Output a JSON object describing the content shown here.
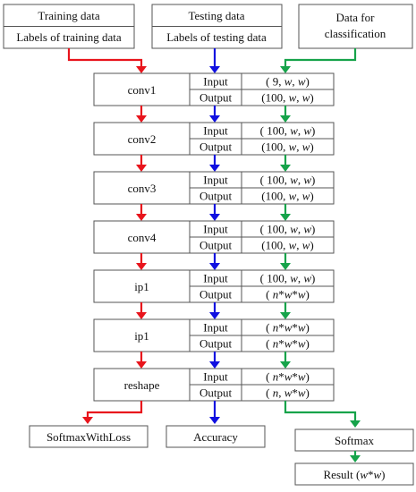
{
  "inputs": {
    "training_data": "Training data",
    "training_labels": "Labels of training data",
    "testing_data": "Testing data",
    "testing_labels": "Labels of testing data",
    "classify_line1": "Data for",
    "classify_line2": "classification"
  },
  "layers": [
    {
      "name": "conv1",
      "input_label": "Input",
      "input_shape": "( 9, w, w)",
      "output_label": "Output",
      "output_shape": "(100, w, w)"
    },
    {
      "name": "conv2",
      "input_label": "Input",
      "input_shape": "( 100, w, w)",
      "output_label": "Output",
      "output_shape": "(100, w, w)"
    },
    {
      "name": "conv3",
      "input_label": "Input",
      "input_shape": "( 100, w, w)",
      "output_label": "Output",
      "output_shape": "(100, w, w)"
    },
    {
      "name": "conv4",
      "input_label": "Input",
      "input_shape": "( 100, w, w)",
      "output_label": "Output",
      "output_shape": "(100, w, w)"
    },
    {
      "name": "ip1",
      "input_label": "Input",
      "input_shape": "( 100, w, w)",
      "output_label": "Output",
      "output_shape": "( n*w*w)"
    },
    {
      "name": "ip1",
      "input_label": "Input",
      "input_shape": "( n*w*w)",
      "output_label": "Output",
      "output_shape": "( n*w*w)"
    },
    {
      "name": "reshape",
      "input_label": "Input",
      "input_shape": "( n*w*w)",
      "output_label": "Output",
      "output_shape": "( n, w*w)"
    }
  ],
  "outputs": {
    "loss": "SoftmaxWithLoss",
    "accuracy": "Accuracy",
    "softmax": "Softmax",
    "result": "Result (w*w)"
  },
  "colors": {
    "training_path": "#e8141c",
    "testing_path": "#1010e0",
    "classification_path": "#16a34a"
  }
}
